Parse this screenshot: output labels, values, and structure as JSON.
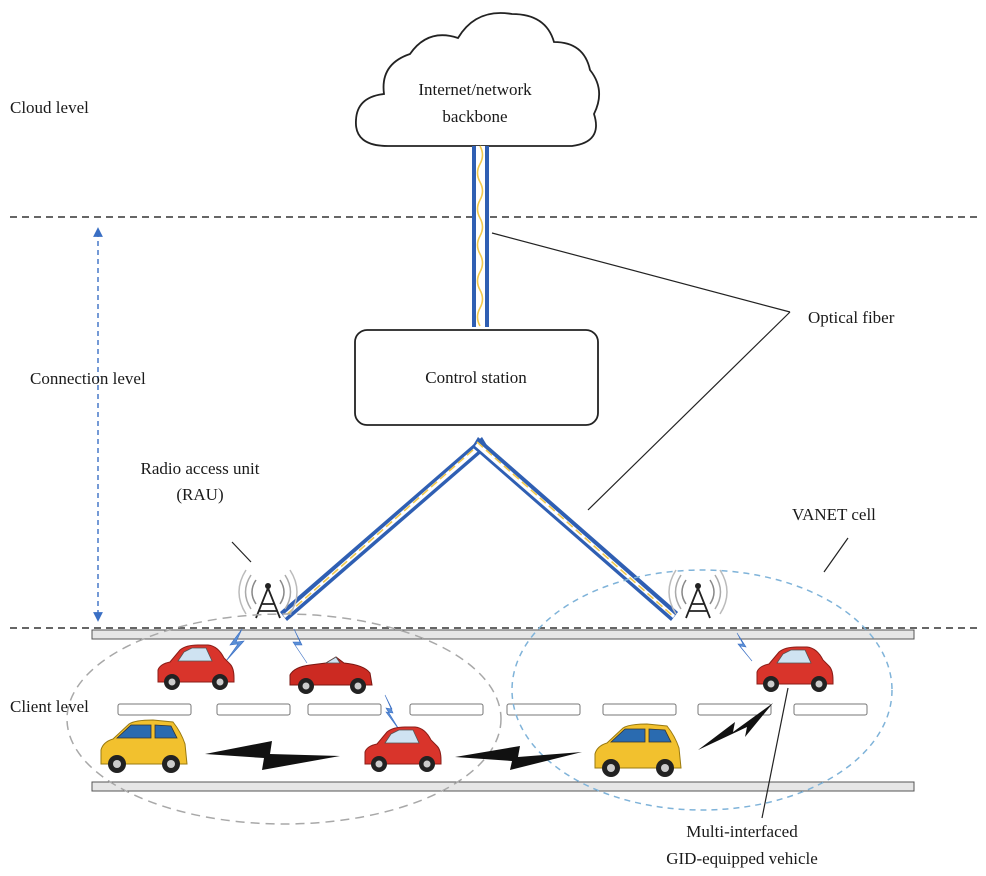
{
  "levels": {
    "cloud": "Cloud level",
    "connection": "Connection level",
    "client": "Client level"
  },
  "cloud": {
    "line1": "Internet/network",
    "line2": "backbone"
  },
  "control_station": "Control station",
  "labels": {
    "optical_fiber": "Optical fiber",
    "rau_line1": "Radio access unit",
    "rau_line2": "(RAU)",
    "vanet_cell": "VANET cell",
    "vehicle_line1": "Multi-interfaced",
    "vehicle_line2": "GID-equipped vehicle"
  },
  "colors": {
    "fiber_outer": "#2f5fb3",
    "fiber_core": "#f2c94c",
    "car_red": "#d9342b",
    "car_yellow": "#f2c12e",
    "wireless_blue": "#5b8fd6",
    "cell_blue": "#7fb3d9",
    "cell_gray": "#a8a8a8",
    "road": "#e6e6e6"
  }
}
